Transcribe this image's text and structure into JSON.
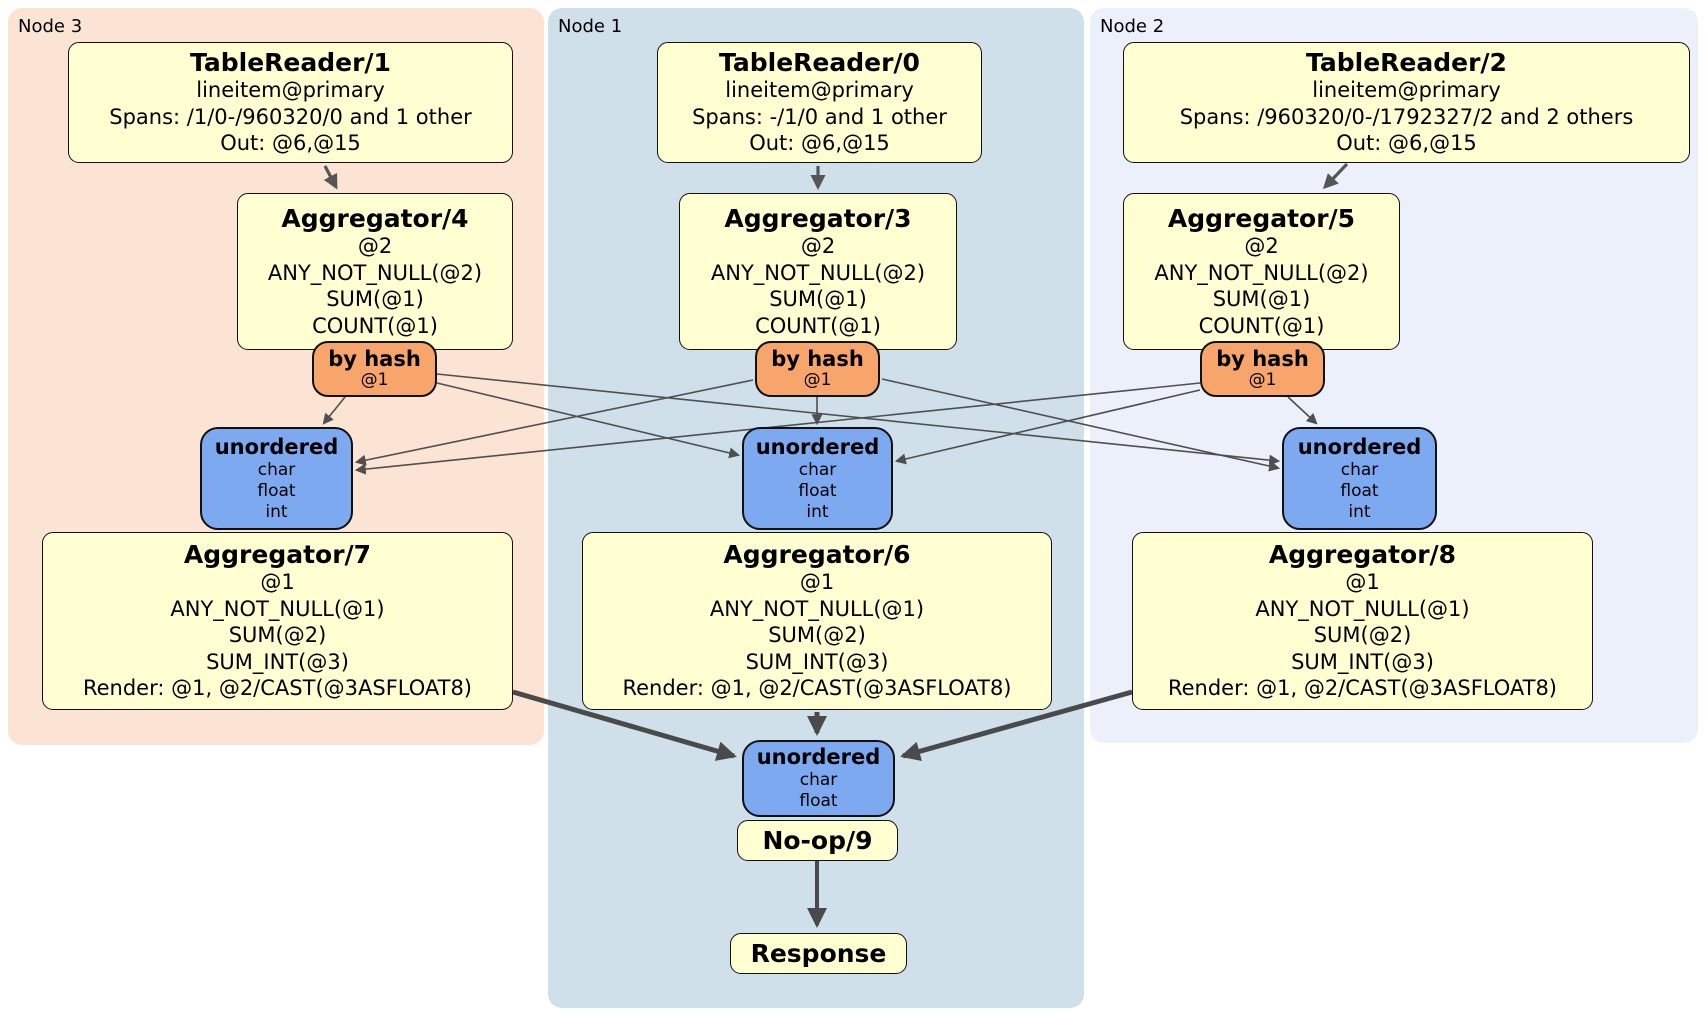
{
  "regions": {
    "node3": {
      "label": "Node 3"
    },
    "node1": {
      "label": "Node 1"
    },
    "node2": {
      "label": "Node 2"
    }
  },
  "boxes": {
    "tablereader1": {
      "title": "TableReader/1",
      "lines": [
        "lineitem@primary",
        "Spans: /1/0-/960320/0 and 1 other",
        "Out: @6,@15"
      ]
    },
    "tablereader0": {
      "title": "TableReader/0",
      "lines": [
        "lineitem@primary",
        "Spans: -/1/0 and 1 other",
        "Out: @6,@15"
      ]
    },
    "tablereader2": {
      "title": "TableReader/2",
      "lines": [
        "lineitem@primary",
        "Spans: /960320/0-/1792327/2 and 2 others",
        "Out: @6,@15"
      ]
    },
    "aggregator4": {
      "title": "Aggregator/4",
      "lines": [
        "@2",
        "ANY_NOT_NULL(@2)",
        "SUM(@1)",
        "COUNT(@1)"
      ]
    },
    "aggregator3": {
      "title": "Aggregator/3",
      "lines": [
        "@2",
        "ANY_NOT_NULL(@2)",
        "SUM(@1)",
        "COUNT(@1)"
      ]
    },
    "aggregator5": {
      "title": "Aggregator/5",
      "lines": [
        "@2",
        "ANY_NOT_NULL(@2)",
        "SUM(@1)",
        "COUNT(@1)"
      ]
    },
    "aggregator7": {
      "title": "Aggregator/7",
      "lines": [
        "@1",
        "ANY_NOT_NULL(@1)",
        "SUM(@2)",
        "SUM_INT(@3)",
        "Render: @1, @2/CAST(@3ASFLOAT8)"
      ]
    },
    "aggregator6": {
      "title": "Aggregator/6",
      "lines": [
        "@1",
        "ANY_NOT_NULL(@1)",
        "SUM(@2)",
        "SUM_INT(@3)",
        "Render: @1, @2/CAST(@3ASFLOAT8)"
      ]
    },
    "aggregator8": {
      "title": "Aggregator/8",
      "lines": [
        "@1",
        "ANY_NOT_NULL(@1)",
        "SUM(@2)",
        "SUM_INT(@3)",
        "Render: @1, @2/CAST(@3ASFLOAT8)"
      ]
    },
    "byhash3": {
      "title": "by hash",
      "sub": "@1"
    },
    "byhash1": {
      "title": "by hash",
      "sub": "@1"
    },
    "byhash2": {
      "title": "by hash",
      "sub": "@1"
    },
    "unordered3": {
      "title": "unordered",
      "items": [
        "char",
        "float",
        "int"
      ]
    },
    "unordered1": {
      "title": "unordered",
      "items": [
        "char",
        "float",
        "int"
      ]
    },
    "unordered2": {
      "title": "unordered",
      "items": [
        "char",
        "float",
        "int"
      ]
    },
    "unordered_final": {
      "title": "unordered",
      "items": [
        "char",
        "float"
      ]
    },
    "noop": {
      "title": "No-op/9"
    },
    "response": {
      "title": "Response"
    }
  },
  "colors": {
    "region_node3": "#fce4d5",
    "region_node1": "#cfe0ea",
    "region_node2": "#ebf0fb",
    "box_yellow": "#ffffd2",
    "router_orange": "#f8a56b",
    "sync_blue": "#7ca9f0",
    "edge_gray": "#4f4f4f"
  }
}
